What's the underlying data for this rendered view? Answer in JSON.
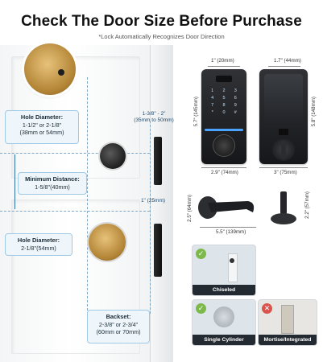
{
  "header": {
    "title": "Check The Door Size Before Purchase",
    "subtitle": "*Lock Automatically Recognizes Door Direction"
  },
  "door": {
    "hole_diameter_top": {
      "title": "Hole Diameter:",
      "line1": "1-1/2\" or 2-1/8\"",
      "line2": "(38mm or 54mm)"
    },
    "minimum_distance": {
      "title": "Minimum Distance:",
      "line1": "1-5/8\"(40mm)"
    },
    "hole_diameter_bottom": {
      "title": "Hole Diameter:",
      "line1": "2-1/8\"(54mm)"
    },
    "backset": {
      "title": "Backset:",
      "line1": "2-3/8\" or 2-3/4\"",
      "line2": "(60mm or 70mm)"
    },
    "door_thickness": {
      "line1": "1-3/8\" - 2\"",
      "line2": "(35mm to 50mm)"
    },
    "latch_width": "1\" (25mm)"
  },
  "products": {
    "deadbolt_front": {
      "width": "1\" (20mm)",
      "height": "5.7\" (145mm)",
      "bottom_width": "2.9\" (74mm)"
    },
    "deadbolt_back": {
      "width": "1.7\" (44mm)",
      "height": "5.8\" (148mm)",
      "bottom_width": "3\" (75mm)"
    },
    "keypad_keys": [
      "1",
      "2",
      "3",
      "4",
      "5",
      "6",
      "7",
      "8",
      "9",
      "*",
      "0",
      "#"
    ],
    "lever": {
      "height": "2.5\" (64mm)",
      "width": "5.5\" (139mm)",
      "depth": "2.2\" (57mm)"
    }
  },
  "cards": {
    "chiseled": "Chiseled",
    "single_cylinder": "Single Cylinder",
    "mortise": "Mortise/Integrated"
  },
  "colors": {
    "callout_border": "#9fc9e4",
    "check_green": "#7db94a",
    "cross_red": "#d9534f"
  }
}
